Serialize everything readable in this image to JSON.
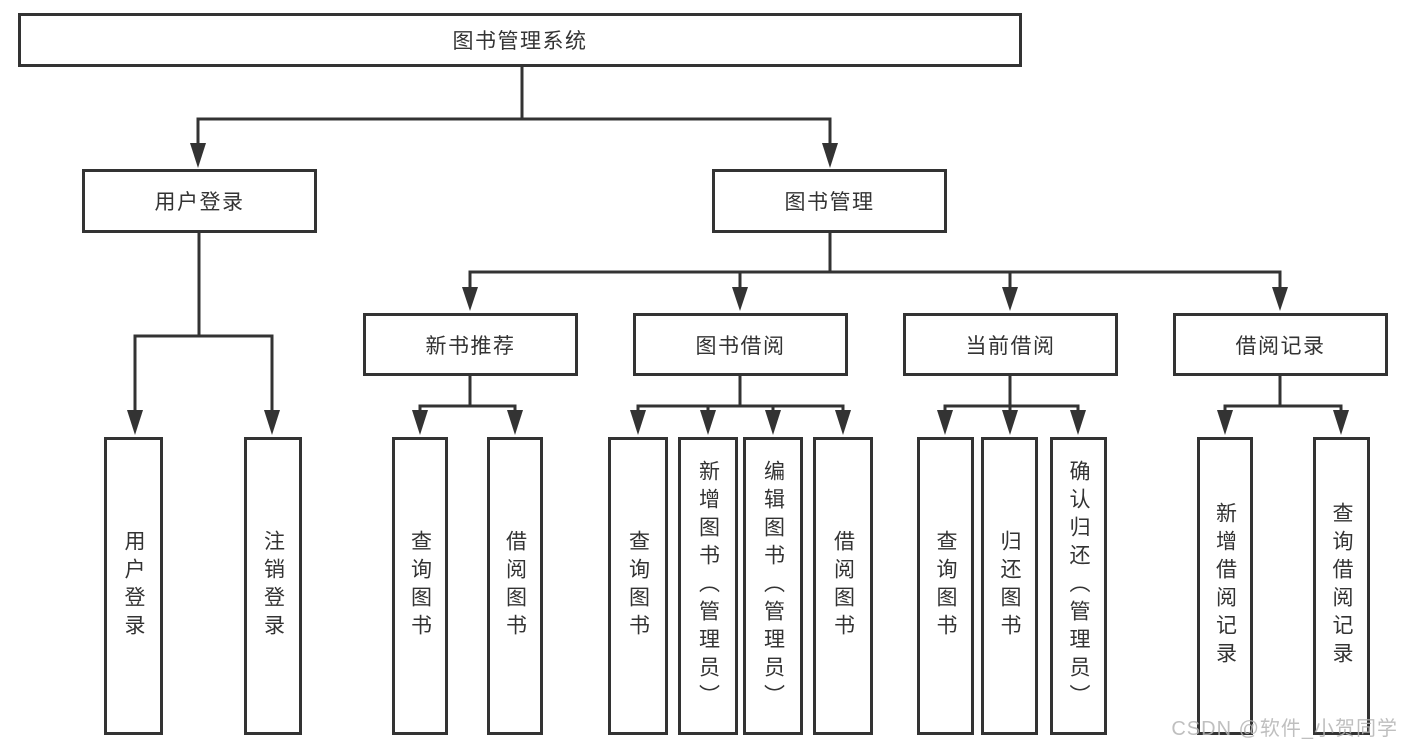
{
  "tree": {
    "root": "图书管理系统",
    "branches": [
      {
        "label": "用户登录",
        "leaves": [
          "用户登录",
          "注销登录"
        ]
      },
      {
        "label": "图书管理",
        "groups": [
          {
            "label": "新书推荐",
            "leaves": [
              "查询图书",
              "借阅图书"
            ]
          },
          {
            "label": "图书借阅",
            "leaves": [
              "查询图书",
              "新增图书（管理员）",
              "编辑图书（管理员）",
              "借阅图书"
            ]
          },
          {
            "label": "当前借阅",
            "leaves": [
              "查询图书",
              "归还图书",
              "确认归还（管理员）"
            ]
          },
          {
            "label": "借阅记录",
            "leaves": [
              "新增借阅记录",
              "查询借阅记录"
            ]
          }
        ]
      }
    ]
  },
  "watermark": {
    "text": "CSDN @软件_小贺同学"
  },
  "colors": {
    "line": "#333333",
    "text": "#333333",
    "background": "#ffffff",
    "watermark": "#b5b5b5"
  }
}
